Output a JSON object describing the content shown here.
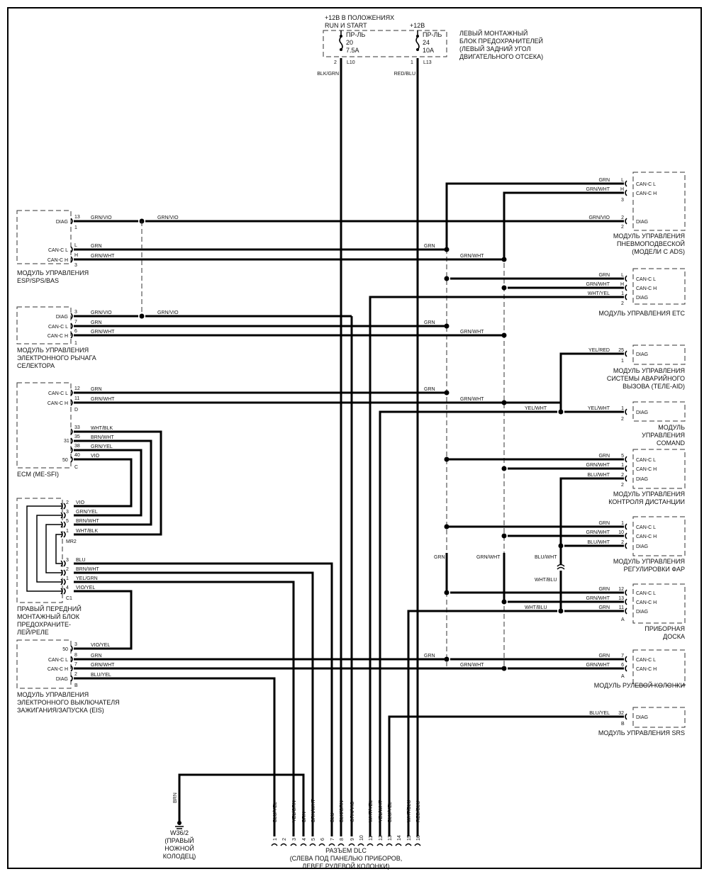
{
  "power": {
    "source_left": [
      "+12В В ПОЛОЖЕНИЯХ",
      "RUN И  START"
    ],
    "source_right": "+12В",
    "fuse_left": {
      "name": "ПР-ЛЬ",
      "number": "20",
      "rating": "7.5A",
      "pin": "2",
      "connector": "L10",
      "wire": "BLK/GRN"
    },
    "fuse_right": {
      "name": "ПР-ЛЬ",
      "number": "24",
      "rating": "10A",
      "pin": "1",
      "connector": "L13",
      "wire": "RED/BLU"
    },
    "block_label": [
      "ЛЕВЫЙ МОНТАЖНЫЙ",
      "БЛОК ПРЕДОХРАНИТЕЛЕЙ",
      "(ЛЕВЫЙ ЗАДНИЙ УГОЛ",
      "ДВИГАТЕЛЬНОГО ОТСЕКА)"
    ]
  },
  "left_modules": [
    {
      "id": "esp",
      "label": [
        "МОДУЛЬ УПРАВЛЕНИЯ",
        "ESP/SPS/BAS"
      ],
      "pins": [
        {
          "name": "DIAG",
          "pin": "13",
          "wire": "GRN/VIO",
          "wire2": "GRN/VIO"
        },
        {
          "name": "CAN-C L",
          "pin": "L",
          "wire": "GRN",
          "right_label": "GRN"
        },
        {
          "name": "CAN-C H",
          "pin": "H",
          "wire": "GRN/WHT",
          "right_label": "GRN/WHT"
        }
      ],
      "conn1": "1",
      "conn2": "3"
    },
    {
      "id": "selector",
      "label": [
        "МОДУЛЬ УПРАВЛЕНИЯ",
        "ЭЛЕКТРОННОГО РЫЧАГА",
        "СЕЛЕКТОРА"
      ],
      "pins": [
        {
          "name": "DIAG",
          "pin": "3",
          "wire": "GRN/VIO",
          "wire2": "GRN/VIO"
        },
        {
          "name": "CAN-C L",
          "pin": "7",
          "wire": "GRN",
          "right_label": "GRN"
        },
        {
          "name": "CAN-C H",
          "pin": "6",
          "wire": "GRN/WHT",
          "right_label": "GRN/WHT"
        }
      ],
      "conn": "1"
    },
    {
      "id": "ecm",
      "label": [
        "ECM (ME-SFI)"
      ],
      "pins": [
        {
          "name": "CAN-C L",
          "pin": "12",
          "wire": "GRN",
          "right_label": "GRN"
        },
        {
          "name": "CAN-C H",
          "pin": "11",
          "wire": "GRN/WHT",
          "right_label": "GRN/WHT"
        },
        {
          "name": "",
          "pin": "33",
          "wire": "WHT/BLK"
        },
        {
          "name": "",
          "pin": "35",
          "wire": "BRN/WHT"
        },
        {
          "name": "",
          "pin": "38",
          "wire": "GRN/YEL"
        },
        {
          "name": "",
          "pin": "40",
          "wire": "VIO"
        }
      ],
      "conn1": "D",
      "conn2": "C",
      "side_31": "31",
      "side_50": "50",
      "yelwht": "YEL/WHT"
    },
    {
      "id": "fuse_right",
      "label": [
        "ПРАВЫЙ ПЕРЕДНИЙ",
        "МОНТАЖНЫЙ БЛОК",
        "ПРЕДОХРАНИТЕ-",
        "ЛЕЙ/РЕЛЕ"
      ],
      "pins": [
        {
          "pin": "2",
          "wire": "VIO"
        },
        {
          "pin": "3",
          "wire": "GRN/YEL"
        },
        {
          "pin": "5",
          "wire": "BRN/WHT"
        },
        {
          "pin": "1",
          "wire": "WHT/BLK"
        },
        {
          "pin": "3",
          "wire": "BLU"
        },
        {
          "pin": "2",
          "wire": "BRN/WHT"
        },
        {
          "pin": "1",
          "wire": "YEL/GRN"
        },
        {
          "pin": "4",
          "wire": "VIO/YEL"
        }
      ],
      "conn1": "MR2",
      "conn2": "C1"
    },
    {
      "id": "eis",
      "label": [
        "МОДУЛЬ УПРАВЛЕНИЯ",
        "ЭЛЕКТРОННОГО ВЫКЛЮЧАТЕЛЯ",
        "ЗАЖИГАНИЯ/ЗАПУСКА (EIS)"
      ],
      "pins": [
        {
          "name": "50",
          "pin": "3",
          "wire": "VIO/YEL"
        },
        {
          "name": "CAN-C L",
          "pin": "8",
          "wire": "GRN",
          "right_label": "GRN"
        },
        {
          "name": "CAN-C H",
          "pin": "7",
          "wire": "GRN/WHT",
          "right_label": "GRN/WHT"
        },
        {
          "name": "DIAG",
          "pin": "2",
          "wire": "BLU/YEL"
        }
      ],
      "conn": "B"
    }
  ],
  "right_modules": [
    {
      "id": "ads",
      "label": [
        "МОДУЛЬ УПРАВЛЕНИЯ",
        "ПНЕВМОПОДВЕСКОЙ",
        "(МОДЕЛИ С ADS)"
      ],
      "pins": [
        {
          "name": "CAN-C L",
          "pin": "L",
          "wire": "GRN"
        },
        {
          "name": "CAN-C H",
          "pin": "H",
          "wire": "GRN/WHT"
        },
        {
          "name": "DIAG",
          "pin": "2",
          "wire": "GRN/VIO"
        }
      ],
      "conn1": "3",
      "conn2": "2"
    },
    {
      "id": "etc",
      "label": [
        "МОДУЛЬ УПРАВЛЕНИЯ ETC"
      ],
      "pins": [
        {
          "name": "CAN-C L",
          "pin": "L",
          "wire": "GRN"
        },
        {
          "name": "CAN-C H",
          "pin": "H",
          "wire": "GRN/WHT"
        },
        {
          "name": "DIAG",
          "pin": "1",
          "wire": "WHT/YEL"
        }
      ],
      "conn": "2"
    },
    {
      "id": "teleaid",
      "label": [
        "МОДУЛЬ УПРАВЛЕНИЯ",
        "СИСТЕМЫ АВАРИЙНОГО",
        "ВЫЗОВА (ТЕЛЕ-AID)"
      ],
      "pins": [
        {
          "name": "DIAG",
          "pin": "25",
          "wire": "YEL/RED"
        }
      ],
      "conn": "1"
    },
    {
      "id": "comand",
      "label": [
        "МОДУЛЬ",
        "УПРАВЛЕНИЯ",
        "COMAND"
      ],
      "pins": [
        {
          "name": "DIAG",
          "pin": "1",
          "wire": "YEL/WHT"
        }
      ],
      "conn": "2"
    },
    {
      "id": "distance",
      "label": [
        "МОДУЛЬ УПРАВЛЕНИЯ",
        "КОНТРОЛЯ ДИСТАНЦИИ"
      ],
      "pins": [
        {
          "name": "CAN-C L",
          "pin": "5",
          "wire": "GRN"
        },
        {
          "name": "CAN-C H",
          "pin": "1",
          "wire": "GRN/WHT"
        },
        {
          "name": "DIAG",
          "pin": "2",
          "wire": "BLU/WHT"
        }
      ],
      "conn": "2"
    },
    {
      "id": "headlamp",
      "label": [
        "МОДУЛЬ УПРАВЛЕНИЯ",
        "РЕГУЛИРОВКИ  ФАР"
      ],
      "pins": [
        {
          "name": "CAN-C L",
          "pin": "1",
          "wire": "GRN"
        },
        {
          "name": "CAN-C H",
          "pin": "10",
          "wire": "GRN/WHT"
        },
        {
          "name": "DIAG",
          "pin": "2",
          "wire": "BLU/WHT"
        }
      ]
    },
    {
      "id": "cluster",
      "label": [
        "ПРИБОРНАЯ",
        "ДОСКА"
      ],
      "pins": [
        {
          "name": "CAN-C L",
          "pin": "12",
          "wire": "GRN"
        },
        {
          "name": "CAN-C H",
          "pin": "13",
          "wire": "GRN/WHT"
        },
        {
          "name": "DIAG",
          "pin": "11",
          "wire": "GRN"
        }
      ],
      "conn": "A",
      "diag_left_wire": "WHT/BLU"
    },
    {
      "id": "steering",
      "label": [
        "МОДУЛЬ РУЛЕВОЙ КОЛОНКИ"
      ],
      "pins": [
        {
          "name": "CAN-C L",
          "pin": "7",
          "wire": "GRN"
        },
        {
          "name": "CAN-C H",
          "pin": "6",
          "wire": "GRN/WHT"
        }
      ],
      "conn": "A"
    },
    {
      "id": "srs",
      "label": [
        "МОДУЛЬ УПРАВЛЕНИЯ SRS"
      ],
      "pins": [
        {
          "name": "DIAG",
          "pin": "32",
          "wire": "BLU/YEL"
        }
      ],
      "conn": "B"
    }
  ],
  "bus_labels": {
    "grn": "GRN",
    "grnwht": "GRN/WHT",
    "bluwht": "BLU/WHT",
    "whtblu": "WHT/BLU"
  },
  "ground": {
    "wire": "BRN",
    "label": [
      "W36/2",
      "(ПРАВЫЙ",
      "НОЖНОЙ",
      "КОЛОДЕЦ)"
    ]
  },
  "dlc": {
    "label": [
      "РАЗЪЕМ DLC",
      "(СЛЕВА ПОД ПАНЕЛЬЮ ПРИБОРОВ,",
      "ЛЕВЕЕ РУЛЕВОЙ КОЛОНКИ)"
    ],
    "pins": [
      {
        "pin": "1",
        "wire": "BLU/YEL"
      },
      {
        "pin": "2",
        "wire": ""
      },
      {
        "pin": "3",
        "wire": "YEL/GRN"
      },
      {
        "pin": "4",
        "wire": "BRN"
      },
      {
        "pin": "5",
        "wire": "BRN/WHT"
      },
      {
        "pin": "6",
        "wire": ""
      },
      {
        "pin": "7",
        "wire": "BLU"
      },
      {
        "pin": "8",
        "wire": "BLK/GRN"
      },
      {
        "pin": "9",
        "wire": "GRN/VIO"
      },
      {
        "pin": "10",
        "wire": ""
      },
      {
        "pin": "11",
        "wire": "WHT/YEL"
      },
      {
        "pin": "12",
        "wire": "YEL/WHT"
      },
      {
        "pin": "13",
        "wire": "BLU/YEL"
      },
      {
        "pin": "14",
        "wire": ""
      },
      {
        "pin": "15",
        "wire": "WHT/BLU"
      },
      {
        "pin": "16",
        "wire": "RED/BLU"
      }
    ]
  }
}
